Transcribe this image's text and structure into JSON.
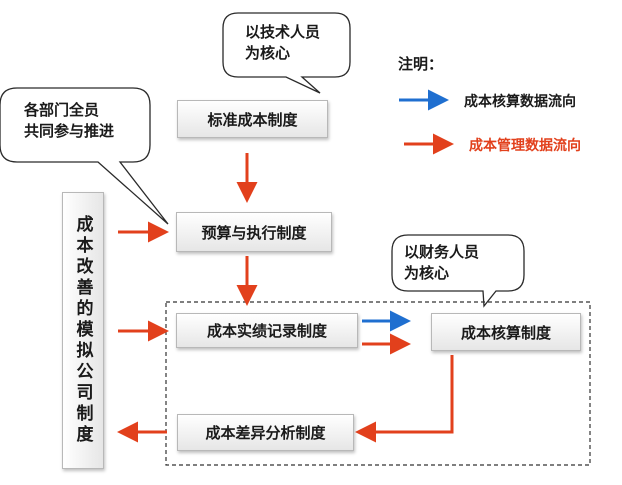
{
  "bubbles": {
    "tech": [
      "以技术人员",
      "为核心"
    ],
    "all_staff": [
      "各部门全员",
      "共同参与推进"
    ],
    "finance": [
      "以财务人员",
      "为核心"
    ]
  },
  "boxes": {
    "standard_cost": "标准成本制度",
    "budget": "预算与执行制度",
    "actual_cost": "成本实绩记录制度",
    "cost_accounting": "成本核算制度",
    "variance": "成本差异分析制度",
    "simulated_company": "成本改善的模拟公司制度"
  },
  "legend": {
    "title": "注明：",
    "accounting_flow": "成本核算数据流向",
    "management_flow": "成本管理数据流向"
  },
  "colors": {
    "accounting_arrow": "#1f6fd0",
    "management_arrow": "#e2401c",
    "management_label": "#e2401c"
  }
}
